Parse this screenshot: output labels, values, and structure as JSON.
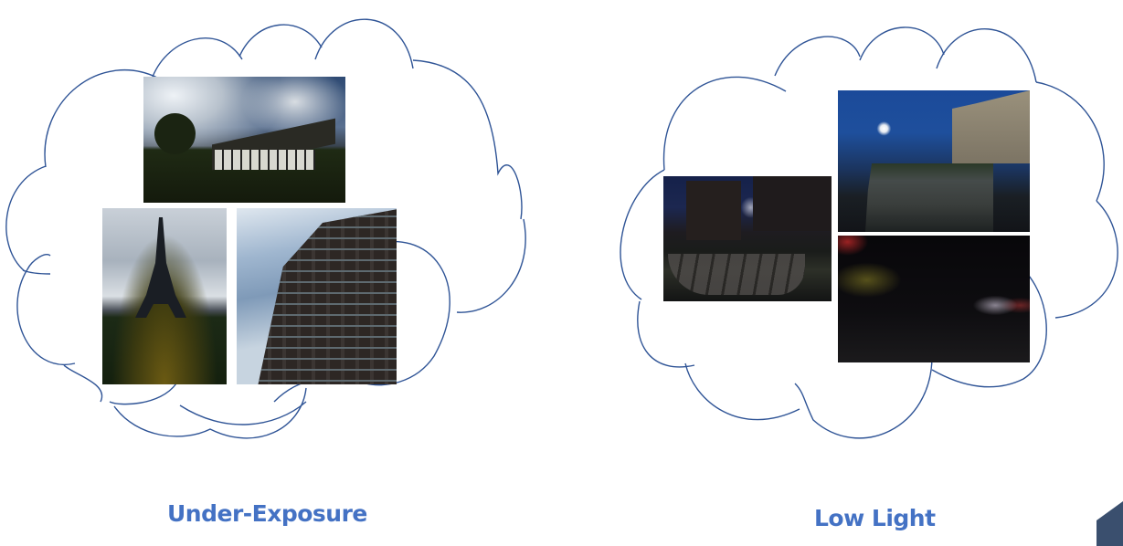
{
  "colors": {
    "cloud_stroke": "#2F5496",
    "label": "#4472C4",
    "corner_shape": "#3A4F6E"
  },
  "groups": [
    {
      "label": "Under-Exposure",
      "photos": [
        {
          "subject": "half-timbered barn under cloudy sky"
        },
        {
          "subject": "Eiffel Tower with flower bed"
        },
        {
          "subject": "tall dark building against sky"
        }
      ]
    },
    {
      "label": "Low Light",
      "photos": [
        {
          "subject": "residential courtyard at dusk with street lamp"
        },
        {
          "subject": "cliffside building under moonlit sky"
        },
        {
          "subject": "dark street with shops at night"
        }
      ]
    }
  ]
}
